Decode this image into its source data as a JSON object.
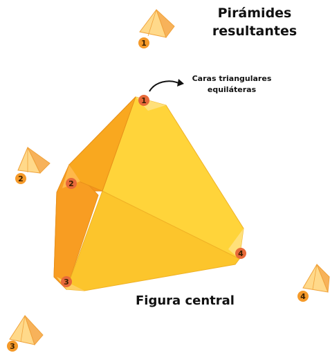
{
  "title": {
    "line1": "Pirámides",
    "line2": "resultantes"
  },
  "annotation": {
    "line1": "Caras triangulares",
    "line2": "equiláteras"
  },
  "caption": "Figura central",
  "vertex_labels": [
    "1",
    "2",
    "3",
    "4"
  ],
  "pyramid_labels": [
    "1",
    "2",
    "3",
    "4"
  ],
  "colors": {
    "face_light": "#ffd43a",
    "face_mid": "#fcc12a",
    "face_dark": "#f9a21f",
    "face_orange": "#f6931b",
    "edge": "#e8901a",
    "vertex_marker": "#e86a3a",
    "pyramid_light": "#ffd98a",
    "pyramid_dark": "#f7b25a"
  },
  "icons": {
    "arrow": "curved-arrow-icon"
  }
}
